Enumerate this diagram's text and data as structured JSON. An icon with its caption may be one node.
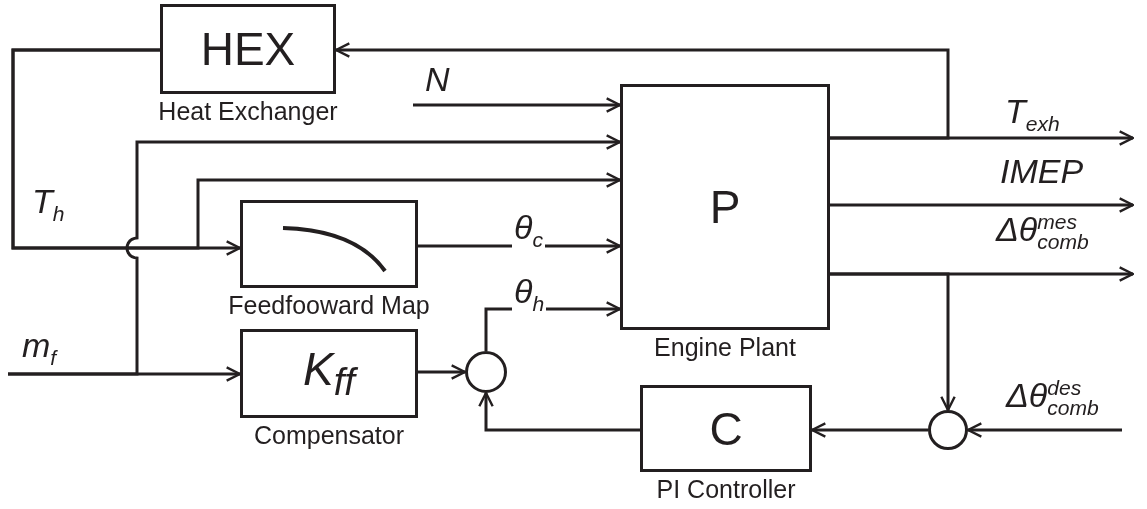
{
  "diagram": {
    "nodes": [
      {
        "text": [
          "HEX",
          "Heat Exchanger"
        ]
      },
      {
        "text": [
          "P",
          "Engine Plant"
        ]
      },
      {
        "text": [
          "Feedfooward Map"
        ]
      },
      {
        "text": [
          "K$_{ff}$",
          "Compensator"
        ]
      },
      {
        "text": [],
        "shape": "circle"
      },
      {
        "text": [],
        "shape": "circle"
      },
      {
        "text": [
          "C",
          "PI Controller"
        ]
      }
    ],
    "edges": [
      {
        "from": null,
        "to": 1,
        "arrow": "to",
        "label": "N"
      },
      {
        "from": 0,
        "to": 2,
        "arrow": "to",
        "label": "T$_{h}$"
      },
      {
        "from": 0,
        "to": 1,
        "arrow": "to"
      },
      {
        "from": null,
        "to": 3,
        "arrow": "to",
        "label": "m$_{f}$"
      },
      {
        "from": null,
        "to": 1,
        "arrow": "to"
      },
      {
        "from": 2,
        "to": 1,
        "arrow": "to",
        "label": "θ$_{c}$"
      },
      {
        "from": 3,
        "to": 4,
        "arrow": "to"
      },
      {
        "from": 4,
        "to": 1,
        "arrow": "to",
        "label": "θ$_{h}$"
      },
      {
        "from": 1,
        "to": null,
        "arrow": "to",
        "label": "T$_{exh}$"
      },
      {
        "from": 1,
        "to": 0,
        "arrow": "to"
      },
      {
        "from": 1,
        "to": null,
        "arrow": "to",
        "label": "IMEP"
      },
      {
        "from": 1,
        "to": null,
        "arrow": "to",
        "label": "Δθ$^{mes}$$_{comb}$"
      },
      {
        "from": 1,
        "to": 5,
        "arrow": "to"
      },
      {
        "from": null,
        "to": 5,
        "arrow": "to",
        "label": "Δθ$^{des}$$_{comb}$"
      },
      {
        "from": 5,
        "to": 6,
        "arrow": "to"
      },
      {
        "from": 6,
        "to": 4,
        "arrow": "to"
      }
    ]
  }
}
